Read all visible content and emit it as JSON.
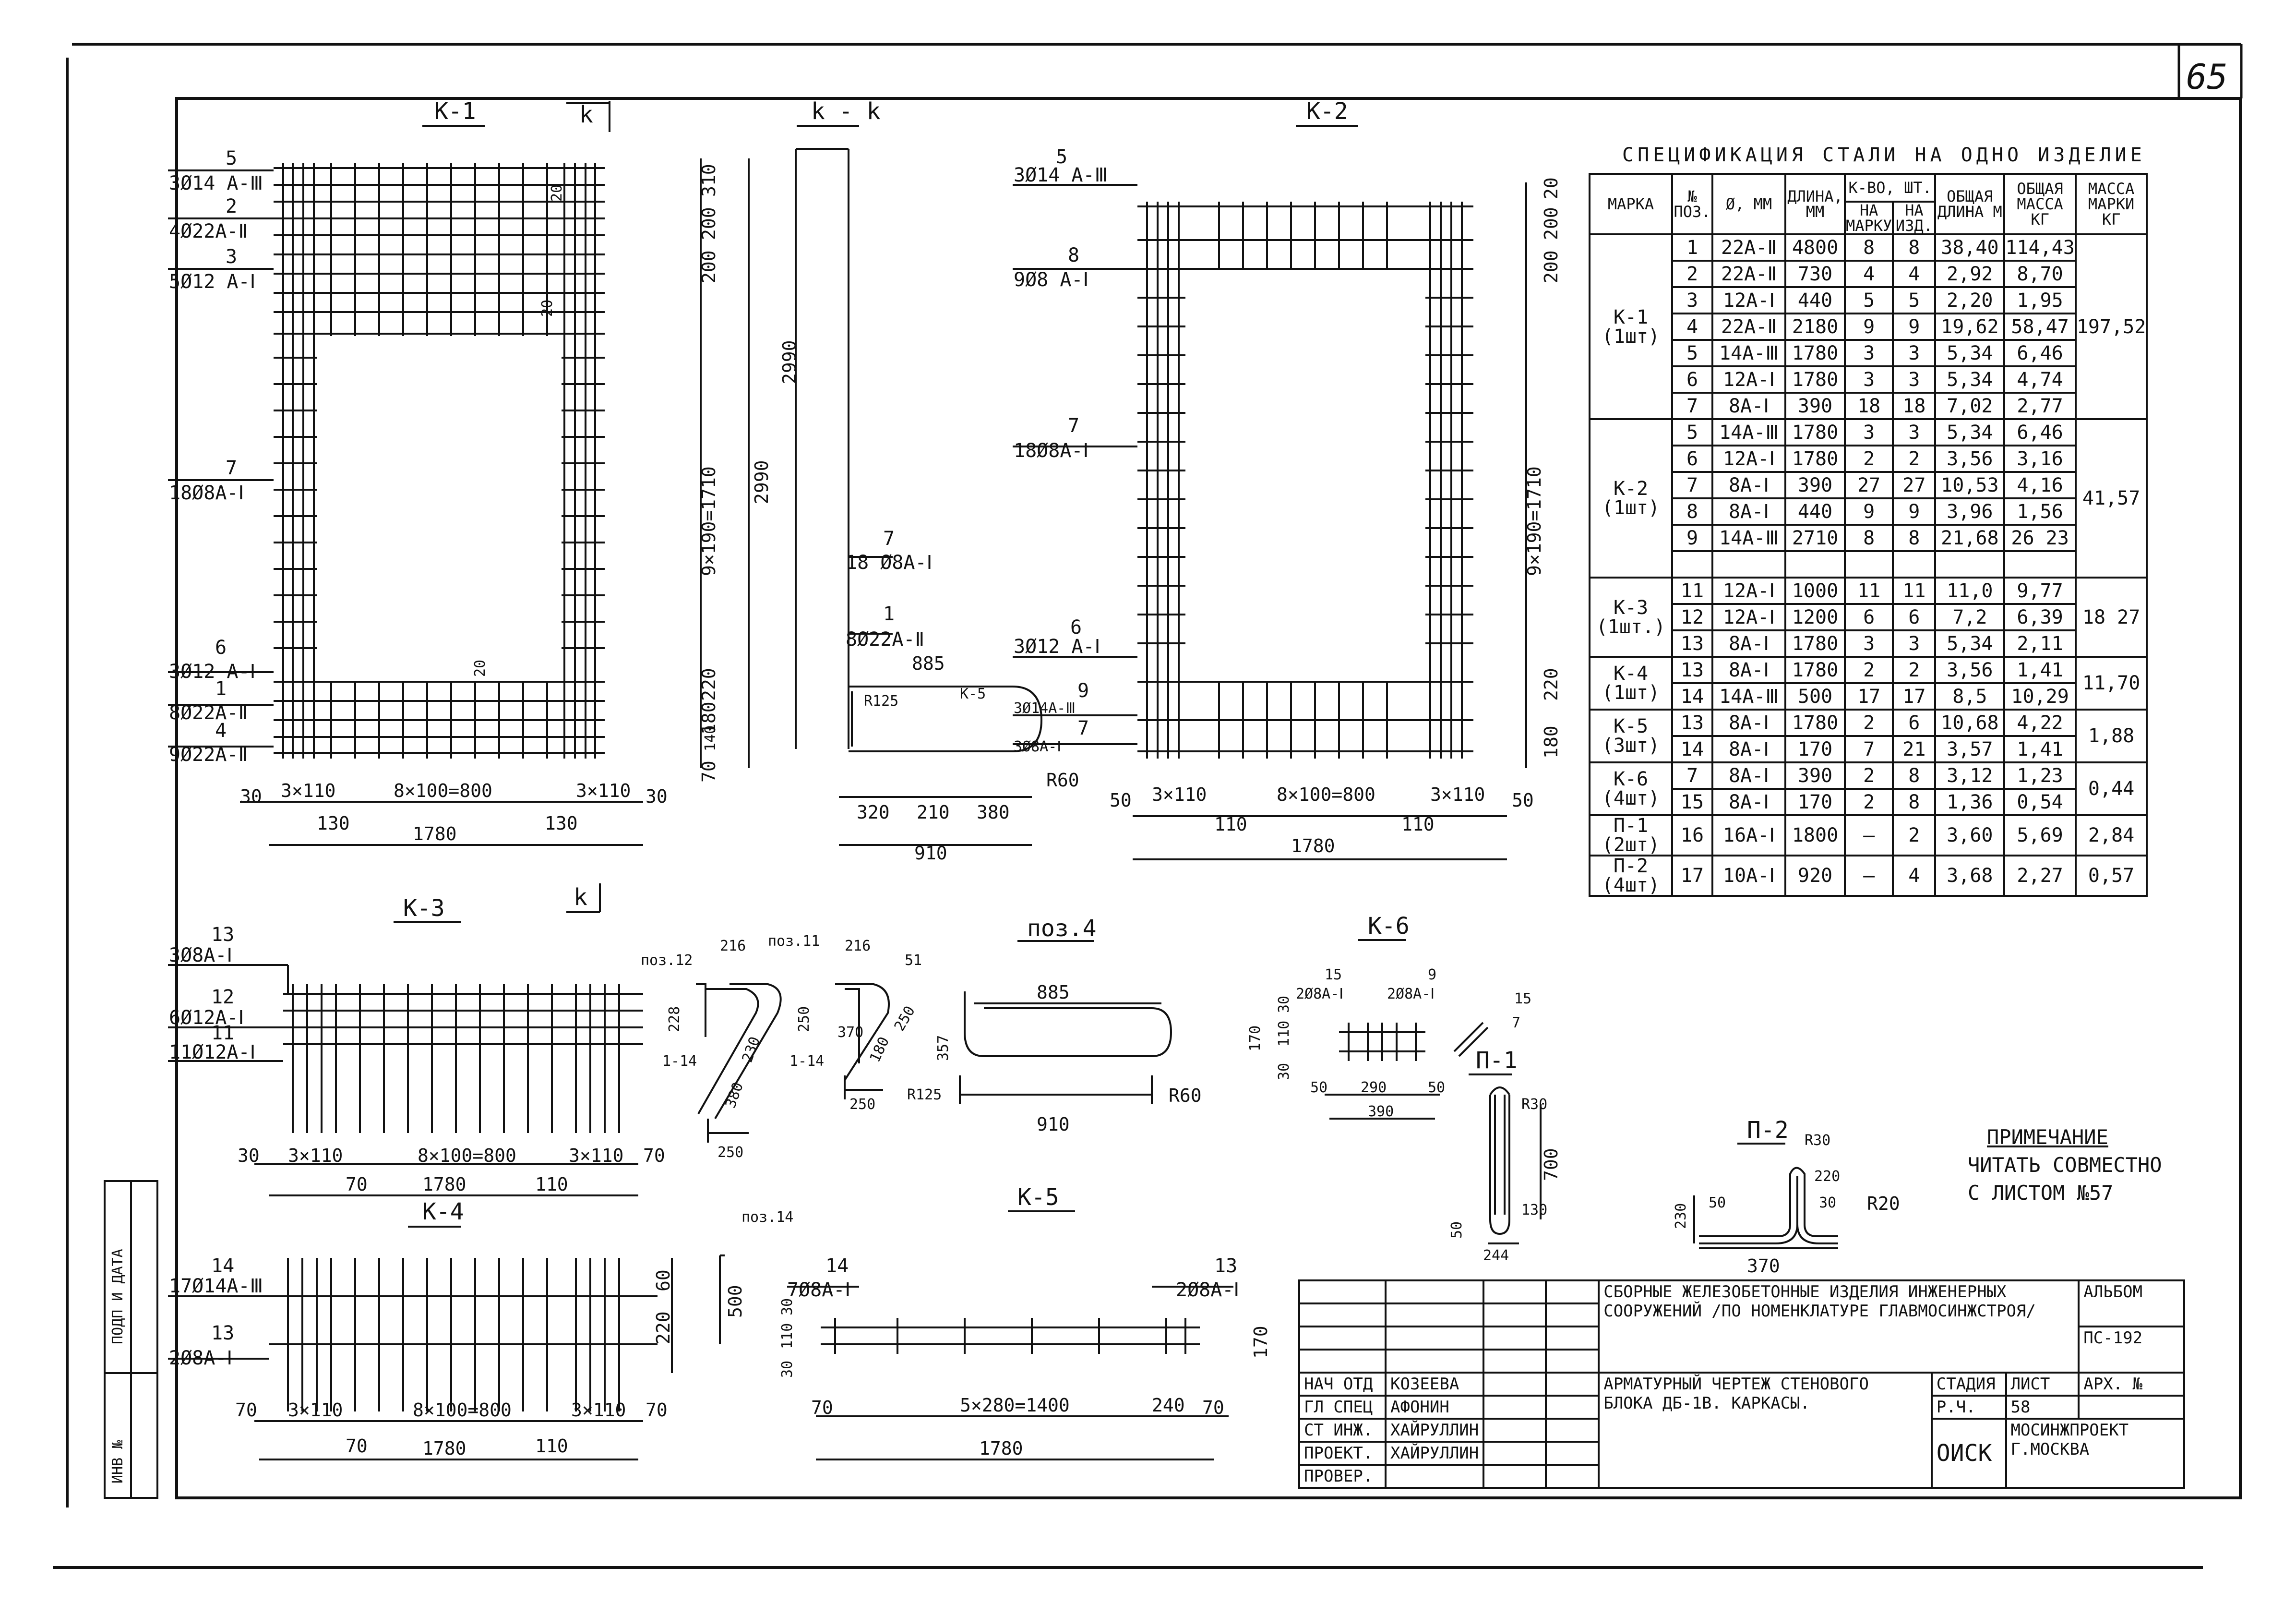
{
  "sheet": {
    "number": "65"
  },
  "drawings": {
    "k1": {
      "title": "К-1",
      "section_mark": "k",
      "labels": [
        "5",
        "3Ø14 А-Ⅲ",
        "2",
        "4Ø22А-Ⅱ",
        "3",
        "5Ø12 А-Ⅰ",
        "7",
        "18Ø8А-Ⅰ",
        "6",
        "3Ø12 А-Ⅰ",
        "1",
        "8Ø22А-Ⅱ",
        "4",
        "9Ø22А-Ⅱ"
      ],
      "dims": [
        "310",
        "200",
        "200",
        "9×190=1710",
        "2990",
        "220",
        "180",
        "140",
        "70",
        "20",
        "20",
        "20",
        "30",
        "3×110",
        "8×100=800",
        "3×110",
        "30",
        "130",
        "1780",
        "130"
      ]
    },
    "kk": {
      "title": "k - k",
      "labels": [
        "2990",
        "7",
        "18 Ø8А-Ⅰ",
        "1",
        "8Ø22А-Ⅱ",
        "885",
        "R125",
        "К-5",
        "R60"
      ],
      "dims": [
        "320",
        "210",
        "380",
        "910"
      ]
    },
    "k2": {
      "title": "К-2",
      "labels": [
        "5",
        "3Ø14 А-Ⅲ",
        "8",
        "9Ø8 А-Ⅰ",
        "7",
        "18Ø8А-Ⅰ",
        "6",
        "3Ø12 А-Ⅰ",
        "9",
        "3Ø14А-Ⅲ",
        "7",
        "3Ø8А-Ⅰ"
      ],
      "dims": [
        "20",
        "200",
        "200",
        "9×190=1710",
        "220",
        "180",
        "50",
        "3×110",
        "8×100=800",
        "3×110",
        "50",
        "110",
        "1780",
        "110"
      ]
    },
    "k3": {
      "title": "К-3",
      "labels": [
        "13",
        "3Ø8А-Ⅰ",
        "12",
        "6Ø12А-Ⅰ",
        "11",
        "11Ø12А-Ⅰ"
      ],
      "dims": [
        "30",
        "3×110",
        "8×100=800",
        "3×110",
        "70",
        "70",
        "1780",
        "110"
      ]
    },
    "k4": {
      "title": "К-4",
      "labels": [
        "14",
        "17Ø14А-Ⅲ",
        "13",
        "2Ø8А-Ⅰ"
      ],
      "dims": [
        "60",
        "220",
        "70",
        "3×110",
        "8×100=800",
        "3×110",
        "70",
        "70",
        "1780",
        "110"
      ]
    },
    "k5": {
      "title": "К-5",
      "labels": [
        "14",
        "7Ø8А-Ⅰ",
        "13",
        "2Ø8А-Ⅰ",
        "поз.14"
      ],
      "dims": [
        "30",
        "110",
        "30",
        "500",
        "170",
        "70",
        "5×280=1400",
        "240",
        "70",
        "1780"
      ]
    },
    "k6": {
      "title": "К-6",
      "labels": [
        "15",
        "2Ø8А-Ⅰ",
        "9",
        "2Ø8А-Ⅰ",
        "15",
        "7"
      ],
      "dims": [
        "170",
        "30",
        "110",
        "30",
        "50",
        "290",
        "50",
        "390"
      ]
    },
    "poz": {
      "labels": [
        "поз.12",
        "216",
        "поз.11",
        "216",
        "51",
        "228",
        "230",
        "380",
        "250",
        "1-14",
        "250",
        "370",
        "180",
        "1-14",
        "250",
        "250"
      ]
    },
    "poz4": {
      "title": "поз.4",
      "labels": [
        "885",
        "357",
        "R125",
        "910",
        "R60"
      ]
    },
    "p1": {
      "title": "П-1",
      "labels": [
        "R30",
        "700",
        "130",
        "50",
        "244"
      ]
    },
    "p2": {
      "title": "П-2",
      "labels": [
        "R30",
        "220",
        "50",
        "30",
        "R20",
        "230",
        "370"
      ]
    }
  },
  "spec": {
    "title": "СПЕЦИФИКАЦИЯ СТАЛИ НА ОДНО ИЗДЕЛИЕ",
    "headers": {
      "mark": "МАРКА",
      "pos": "№ ПОЗ.",
      "dia": "Ø, ММ",
      "len": "ДЛИНА, ММ",
      "qty": "К-ВО, ШТ.",
      "qty_mark": "НА МАРКУ",
      "qty_item": "НА ИЗД.",
      "tlen": "ОБЩАЯ ДЛИНА М",
      "tmass": "ОБЩАЯ МАССА КГ",
      "mmass": "МАССА МАРКИ КГ"
    },
    "groups": [
      {
        "mark": "К-1 (1шт)",
        "mass": "197,52",
        "rows": [
          [
            "1",
            "22А-Ⅱ",
            "4800",
            "8",
            "8",
            "38,40",
            "114,43"
          ],
          [
            "2",
            "22А-Ⅱ",
            "730",
            "4",
            "4",
            "2,92",
            "8,70"
          ],
          [
            "3",
            "12А-Ⅰ",
            "440",
            "5",
            "5",
            "2,20",
            "1,95"
          ],
          [
            "4",
            "22А-Ⅱ",
            "2180",
            "9",
            "9",
            "19,62",
            "58,47"
          ],
          [
            "5",
            "14А-Ⅲ",
            "1780",
            "3",
            "3",
            "5,34",
            "6,46"
          ],
          [
            "6",
            "12А-Ⅰ",
            "1780",
            "3",
            "3",
            "5,34",
            "4,74"
          ],
          [
            "7",
            "8А-Ⅰ",
            "390",
            "18",
            "18",
            "7,02",
            "2,77"
          ]
        ]
      },
      {
        "mark": "К-2 (1шт)",
        "mass": "41,57",
        "rows": [
          [
            "5",
            "14А-Ⅲ",
            "1780",
            "3",
            "3",
            "5,34",
            "6,46"
          ],
          [
            "6",
            "12А-Ⅰ",
            "1780",
            "2",
            "2",
            "3,56",
            "3,16"
          ],
          [
            "7",
            "8А-Ⅰ",
            "390",
            "27",
            "27",
            "10,53",
            "4,16"
          ],
          [
            "8",
            "8А-Ⅰ",
            "440",
            "9",
            "9",
            "3,96",
            "1,56"
          ],
          [
            "9",
            "14А-Ⅲ",
            "2710",
            "8",
            "8",
            "21,68",
            "26 23"
          ],
          [
            "",
            "",
            "",
            "",
            "",
            "",
            ""
          ]
        ]
      },
      {
        "mark": "К-3 (1шт.)",
        "mass": "18 27",
        "rows": [
          [
            "11",
            "12А-Ⅰ",
            "1000",
            "11",
            "11",
            "11,0",
            "9,77"
          ],
          [
            "12",
            "12А-Ⅰ",
            "1200",
            "6",
            "6",
            "7,2",
            "6,39"
          ],
          [
            "13",
            "8А-Ⅰ",
            "1780",
            "3",
            "3",
            "5,34",
            "2,11"
          ]
        ]
      },
      {
        "mark": "К-4 (1шт)",
        "mass": "11,70",
        "rows": [
          [
            "13",
            "8А-Ⅰ",
            "1780",
            "2",
            "2",
            "3,56",
            "1,41"
          ],
          [
            "14",
            "14А-Ⅲ",
            "500",
            "17",
            "17",
            "8,5",
            "10,29"
          ]
        ]
      },
      {
        "mark": "К-5 (3шт)",
        "mass": "1,88",
        "rows": [
          [
            "13",
            "8А-Ⅰ",
            "1780",
            "2",
            "6",
            "10,68",
            "4,22"
          ],
          [
            "14",
            "8А-Ⅰ",
            "170",
            "7",
            "21",
            "3,57",
            "1,41"
          ]
        ]
      },
      {
        "mark": "К-6 (4шт)",
        "mass": "0,44",
        "rows": [
          [
            "7",
            "8А-Ⅰ",
            "390",
            "2",
            "8",
            "3,12",
            "1,23"
          ],
          [
            "15",
            "8А-Ⅰ",
            "170",
            "2",
            "8",
            "1,36",
            "0,54"
          ]
        ]
      },
      {
        "mark": "П-1 (2шт)",
        "mass": "2,84",
        "rows": [
          [
            "16",
            "16А-Ⅰ",
            "1800",
            "–",
            "2",
            "3,60",
            "5,69"
          ]
        ]
      },
      {
        "mark": "П-2 (4шт)",
        "mass": "0,57",
        "rows": [
          [
            "17",
            "10А-Ⅰ",
            "920",
            "–",
            "4",
            "3,68",
            "2,27"
          ]
        ]
      }
    ]
  },
  "note": {
    "title": "ПРИМЕЧАНИЕ",
    "text1": "ЧИТАТЬ СОВМЕСТНО",
    "text2": "С ЛИСТОМ №57"
  },
  "titleblock": {
    "project": "СБОРНЫЕ ЖЕЛЕЗОБЕТОННЫЕ ИЗДЕЛИЯ ИНЖЕНЕРНЫХ СООРУЖЕНИЙ /ПО НОМЕНКЛАТУРЕ ГЛАВМОСИНЖСТРОЯ/",
    "album_label": "АЛЬБОМ",
    "album": "ПС-192",
    "drawing": "АРМАТУРНЫЙ ЧЕРТЕЖ СТЕНОВОГО БЛОКА ДБ-1В. КАРКАСЫ.",
    "stage_label": "СТАДИЯ",
    "sheet_label": "ЛИСТ",
    "arch_label": "АРХ. №",
    "stage": "Р.Ч.",
    "sheet": "58",
    "dept": "ОИСК",
    "org": "МОСИНЖПРОЕКТ",
    "city": "Г.МОСКВА",
    "roles": [
      {
        "role": "НАЧ ОТД",
        "name": "КОЗЕЕВА"
      },
      {
        "role": "ГЛ СПЕЦ",
        "name": "АФОНИН"
      },
      {
        "role": "СТ ИНЖ.",
        "name": "ХАЙРУЛЛИН"
      },
      {
        "role": "ПРОЕКТ.",
        "name": "ХАЙРУЛЛИН"
      },
      {
        "role": "ПРОВЕР.",
        "name": ""
      }
    ],
    "side": [
      "ПОДП И ДАТА",
      "ИНВ №"
    ]
  }
}
